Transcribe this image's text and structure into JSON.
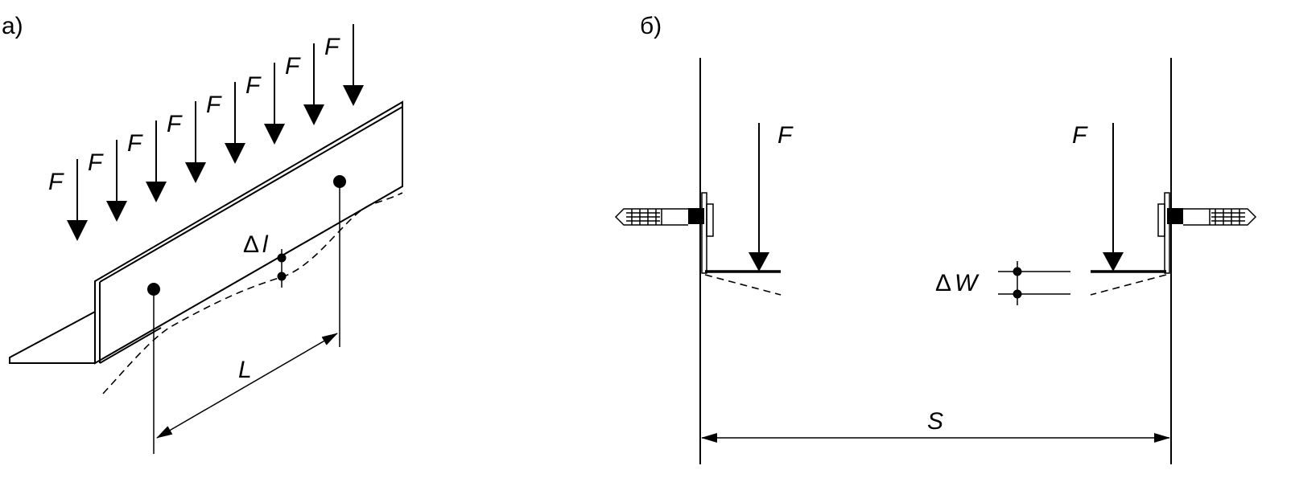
{
  "panel_a": {
    "label": "а)",
    "force_label": "F",
    "delta_label": "Δ",
    "delta_symbol": "l",
    "length_label": "L"
  },
  "panel_b": {
    "label": "б)",
    "force_left_label": "F",
    "force_right_label": "F",
    "delta_label": "Δ",
    "delta_symbol": "W",
    "span_label": "S"
  }
}
